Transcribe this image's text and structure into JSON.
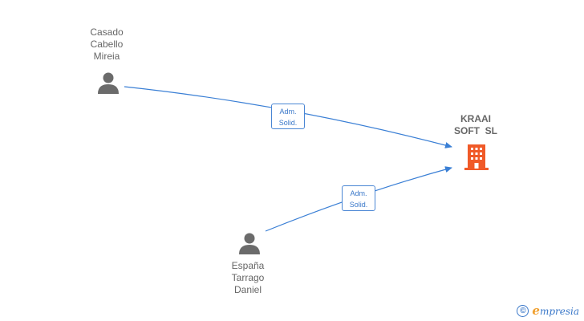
{
  "persons": [
    {
      "name_lines": [
        "Casado",
        "Cabello",
        "Mireia"
      ]
    },
    {
      "name_lines": [
        "España",
        "Tarrago",
        "Daniel"
      ]
    }
  ],
  "company": {
    "name_lines": [
      "KRAAI",
      "SOFT  SL"
    ]
  },
  "relations": [
    {
      "role_lines": [
        "Adm.",
        "Solid."
      ]
    },
    {
      "role_lines": [
        "Adm.",
        "Solid."
      ]
    }
  ],
  "footer": {
    "copyright_symbol": "©",
    "brand_initial": "e",
    "brand_rest": "mpresia"
  },
  "colors": {
    "edge": "#3a7fd5",
    "company_icon": "#f05a28",
    "person_icon": "#6b6b6b",
    "label_text": "#666666"
  }
}
